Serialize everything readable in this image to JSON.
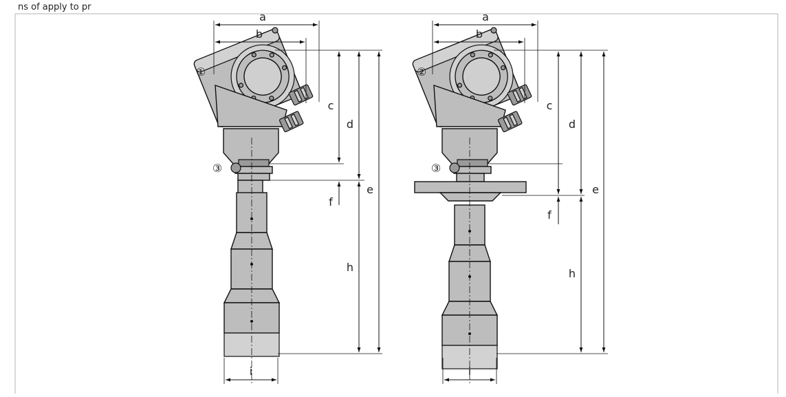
{
  "header": {
    "text": "ns of  apply to pr"
  },
  "dimension_labels": {
    "a": "a",
    "b": "b",
    "c": "c",
    "d": "d",
    "e": "e",
    "f": "f",
    "h": "h",
    "i": "i"
  },
  "callouts": {
    "one": "①",
    "two": "②",
    "three": "③"
  }
}
